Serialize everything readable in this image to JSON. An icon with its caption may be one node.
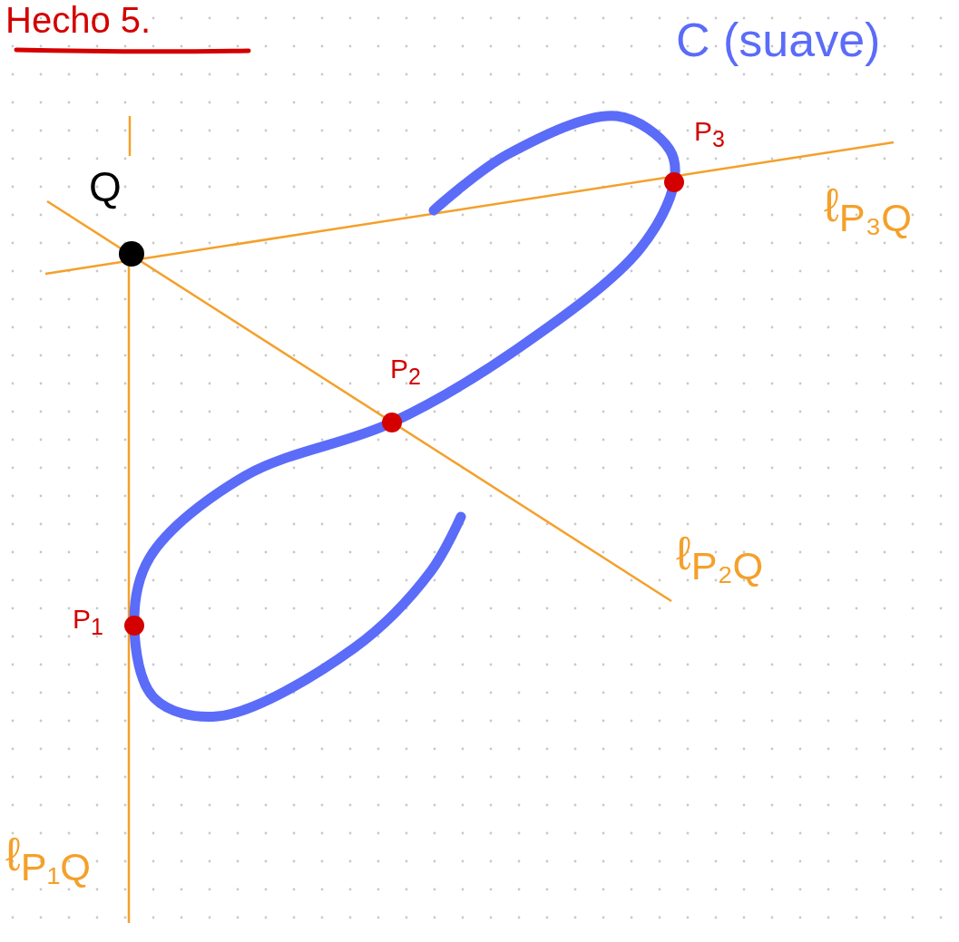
{
  "diagram": {
    "title": "Hecho 5.",
    "labels": [
      "C (suave)",
      "Q",
      "P$_{3}$",
      "ℓ$_{P₃Q}$",
      "P$_{2}$",
      "ℓ$_{P₂Q}$",
      "P$_{1}$",
      "ℓ$_{P₁Q}$"
    ]
  }
}
